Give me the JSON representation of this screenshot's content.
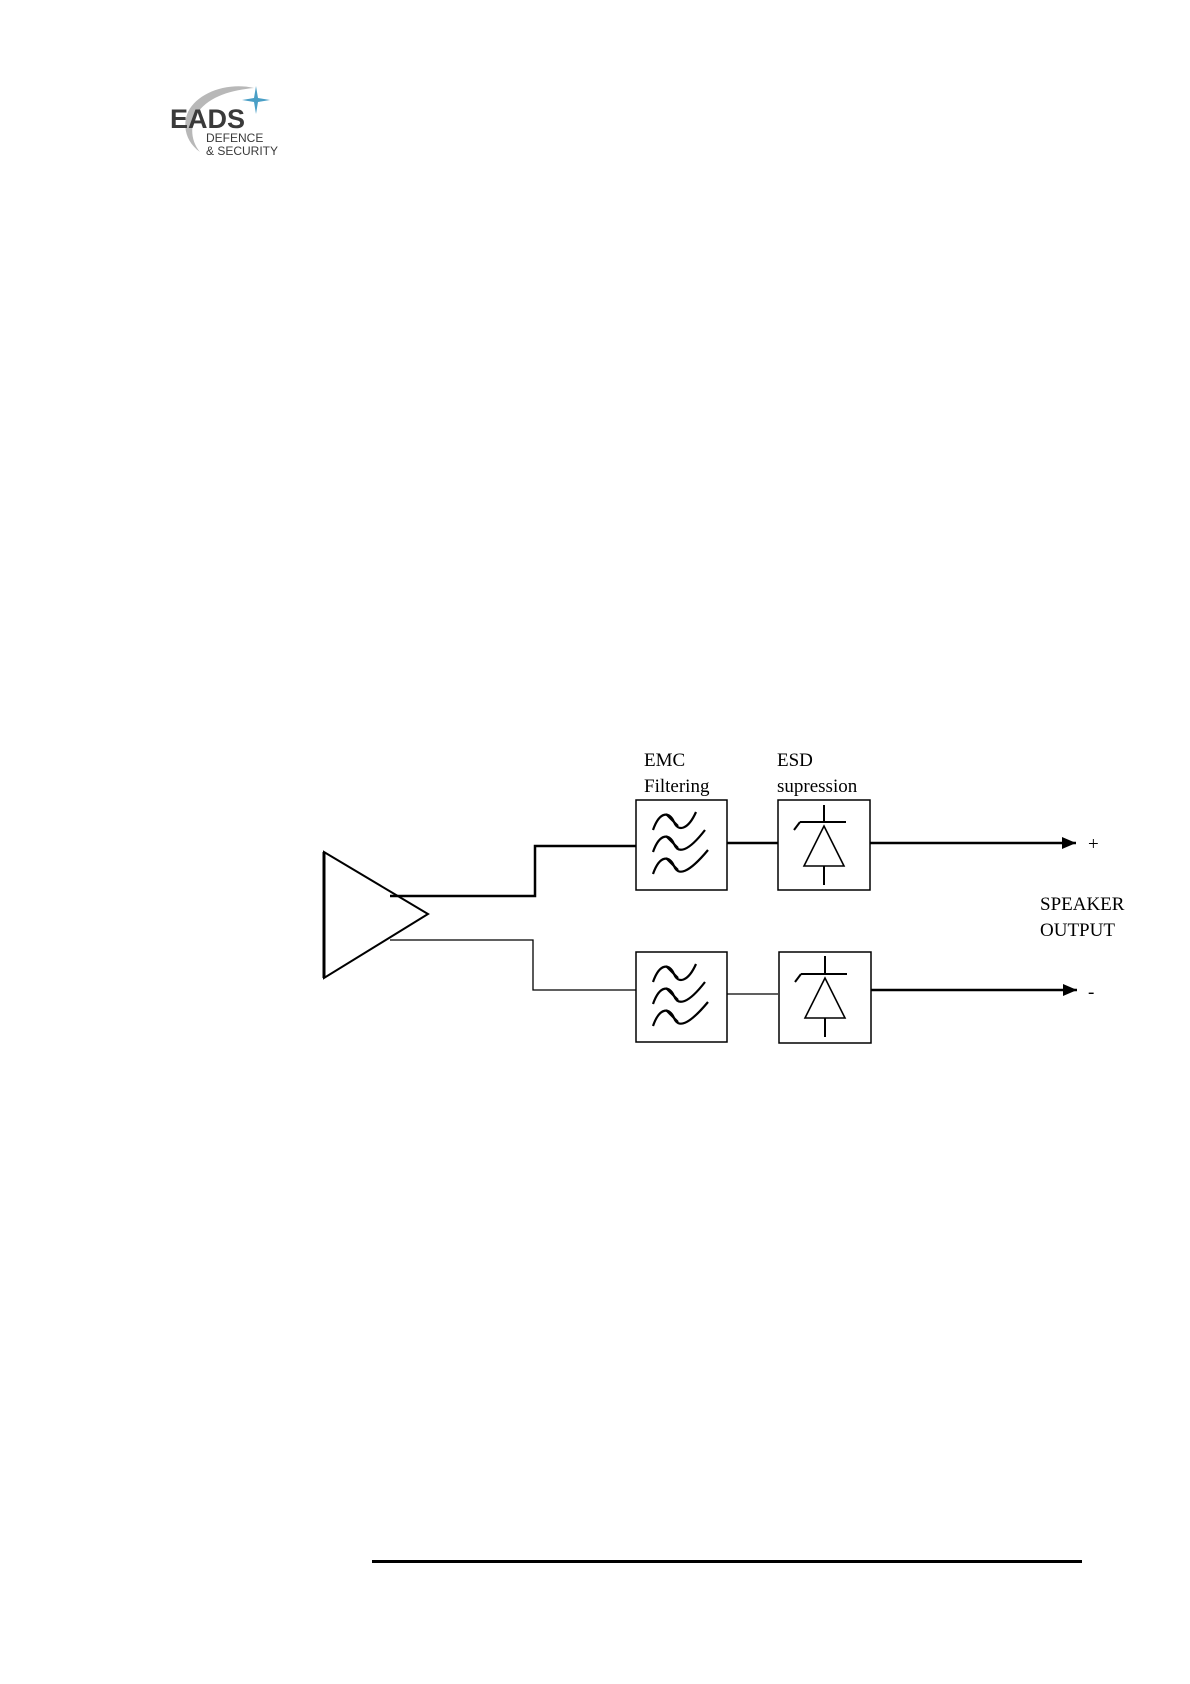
{
  "logo": {
    "line1": "EADS",
    "line2": "DEFENCE",
    "line3": "& SECURITY",
    "star_color": "#4a9fc6",
    "swoosh_color": "#b8b8b8",
    "text_color": "#3a3a3a"
  },
  "diagram": {
    "emc_label_line1": "EMC",
    "emc_label_line2": "Filtering",
    "esd_label_line1": "ESD",
    "esd_label_line2": "supression",
    "plus_label": "+",
    "minus_label": "-",
    "output_line1": "SPEAKER",
    "output_line2": "OUTPUT"
  }
}
